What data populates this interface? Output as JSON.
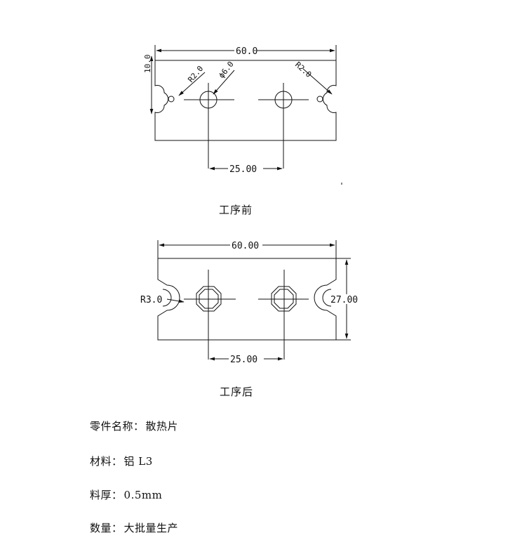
{
  "drawing_before": {
    "overall_width": "60.0",
    "notch_offset": "10.0",
    "notch_radius_left": "R2.0",
    "hole_diameter": "ϕ6.0",
    "notch_radius_right": "R2.0",
    "hole_spacing": "25.00",
    "caption": "工序前"
  },
  "drawing_after": {
    "overall_width": "60.00",
    "notch_radius": "R3.0",
    "height": "27.00",
    "hole_spacing": "25.00",
    "caption": "工序后"
  },
  "specs": [
    {
      "label": "零件名称",
      "value": "散热片"
    },
    {
      "label": "材料",
      "value": "铝 L3"
    },
    {
      "label": "料厚",
      "value": "0.5mm"
    },
    {
      "label": "数量",
      "value": "大批量生产"
    }
  ],
  "separator": "："
}
